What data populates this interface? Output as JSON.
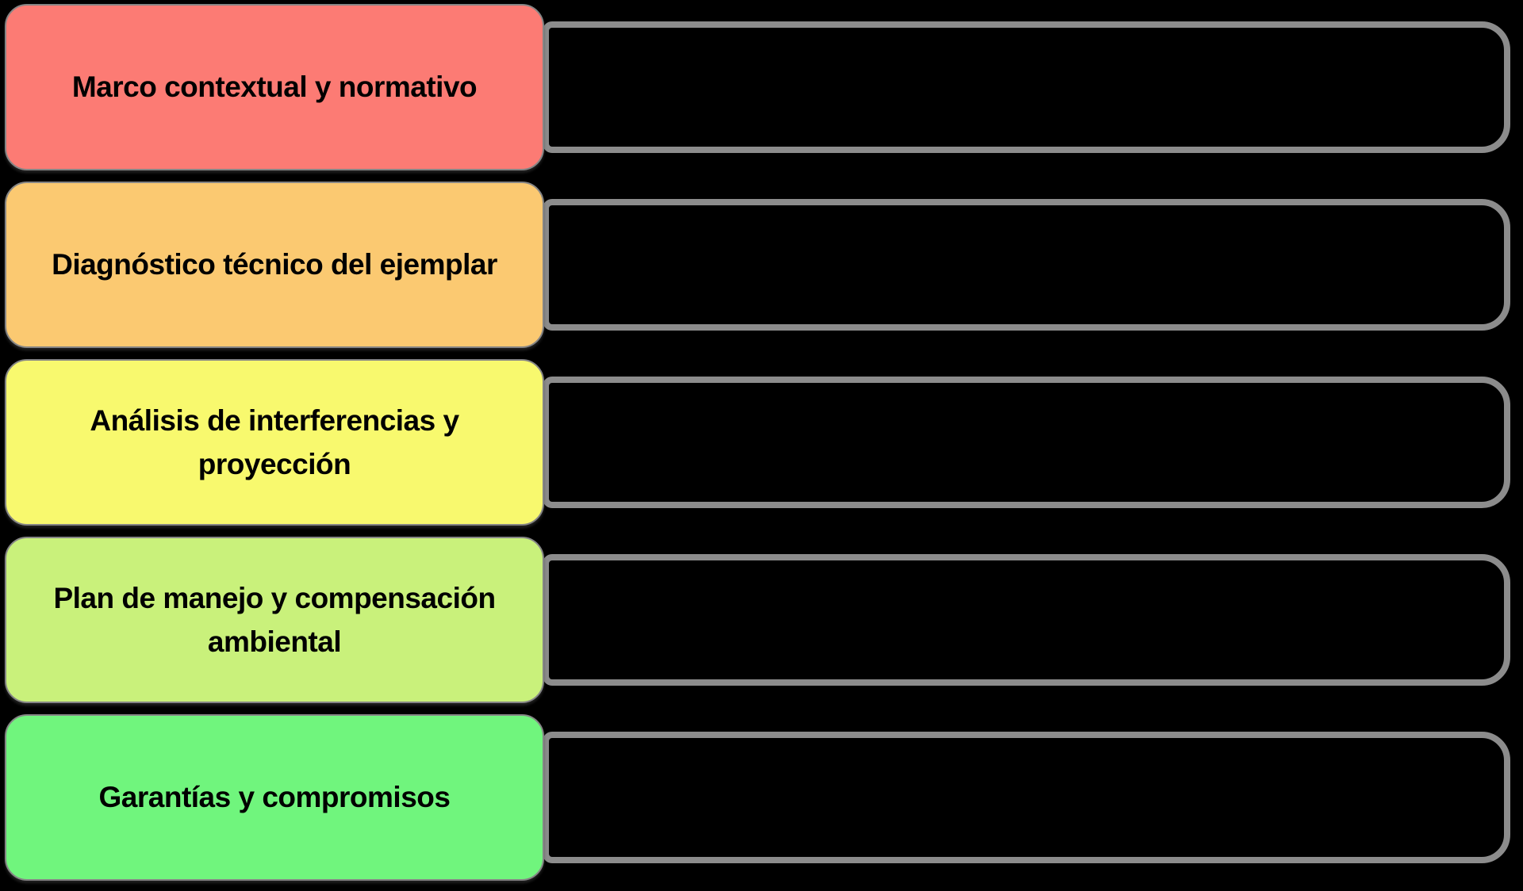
{
  "diagram": {
    "stages": [
      {
        "label": "Marco contextual y normativo",
        "color": "#fc7b74"
      },
      {
        "label": "Diagnóstico técnico del ejemplar",
        "color": "#fbc971"
      },
      {
        "label": "Análisis de interferencias y\nproyección",
        "color": "#f8f96e"
      },
      {
        "label": "Plan de manejo y compensación\nambiental",
        "color": "#c9f17b"
      },
      {
        "label": "Garantías y compromisos",
        "color": "#70f57d"
      }
    ],
    "stage_border_color": "#858585",
    "panel_border_color": "#8c8c8c",
    "panel_fill": "#000000",
    "background": "#000000",
    "text_color": "#000000"
  }
}
